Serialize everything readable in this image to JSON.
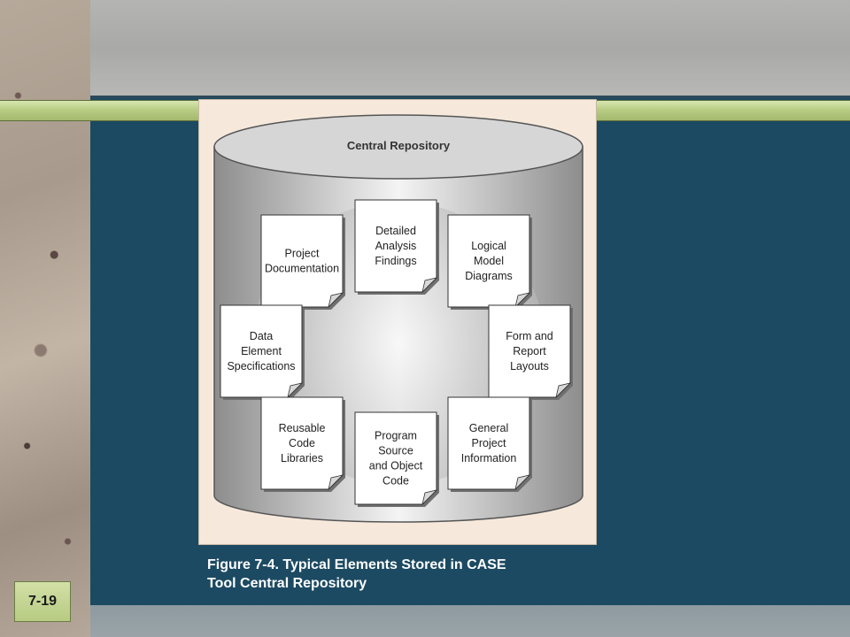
{
  "slide_number": "7-19",
  "caption_line1": "Figure 7-4.  Typical Elements Stored in CASE",
  "caption_line2": "Tool Central Repository",
  "repository_title": "Central  Repository",
  "documents": [
    {
      "lines": [
        "Project",
        "Documentation"
      ]
    },
    {
      "lines": [
        "Detailed",
        "Analysis",
        "Findings"
      ]
    },
    {
      "lines": [
        "Logical",
        "Model",
        "Diagrams"
      ]
    },
    {
      "lines": [
        "Data",
        "Element",
        "Specifications"
      ]
    },
    {
      "lines": [
        "Form and",
        "Report",
        "Layouts"
      ]
    },
    {
      "lines": [
        "Reusable",
        "Code",
        "Libraries"
      ]
    },
    {
      "lines": [
        "Program",
        "Source",
        "and Object",
        "Code"
      ]
    },
    {
      "lines": [
        "General",
        "Project",
        "Information"
      ]
    }
  ],
  "colors": {
    "panel_blue": "#1c4a62",
    "accent_green": "#b9cd85",
    "figure_background": "#f6e9dc"
  }
}
